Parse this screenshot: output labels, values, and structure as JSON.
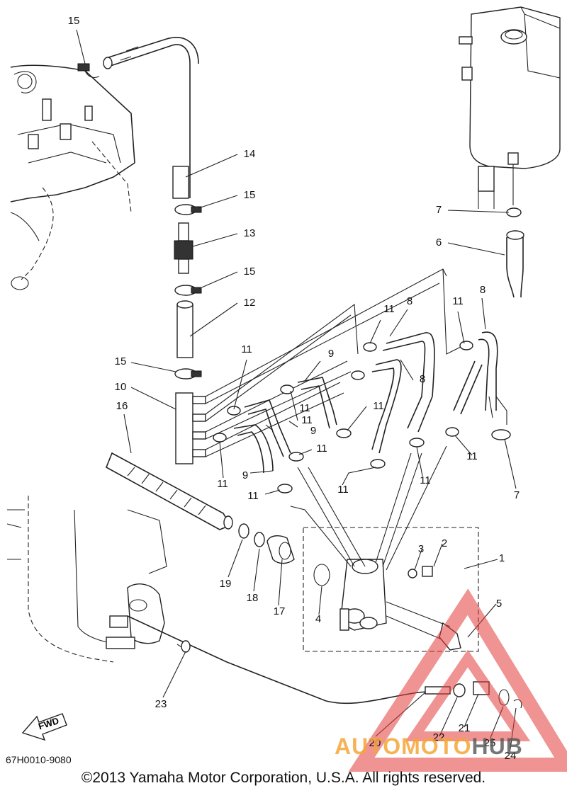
{
  "diagram": {
    "callouts": [
      "1",
      "2",
      "3",
      "4",
      "5",
      "6",
      "7",
      "7",
      "8",
      "8",
      "8",
      "9",
      "9",
      "9",
      "10",
      "11",
      "11",
      "11",
      "11",
      "11",
      "11",
      "11",
      "11",
      "11",
      "11",
      "11",
      "11",
      "11",
      "12",
      "13",
      "14",
      "15",
      "15",
      "15",
      "15",
      "16",
      "17",
      "18",
      "19",
      "20",
      "21",
      "22",
      "23",
      "24",
      "25"
    ],
    "fwd_label": "FWD",
    "doc_code": "67H0010-9080",
    "copyright": "©2013 Yamaha Motor Corporation, U.S.A. All rights reserved."
  },
  "watermark": {
    "part1": "AUTOMOTO",
    "part2": "HUB",
    "colors": {
      "accent": "#f4a637",
      "red": "#e23b3b",
      "gray": "#555555"
    }
  }
}
